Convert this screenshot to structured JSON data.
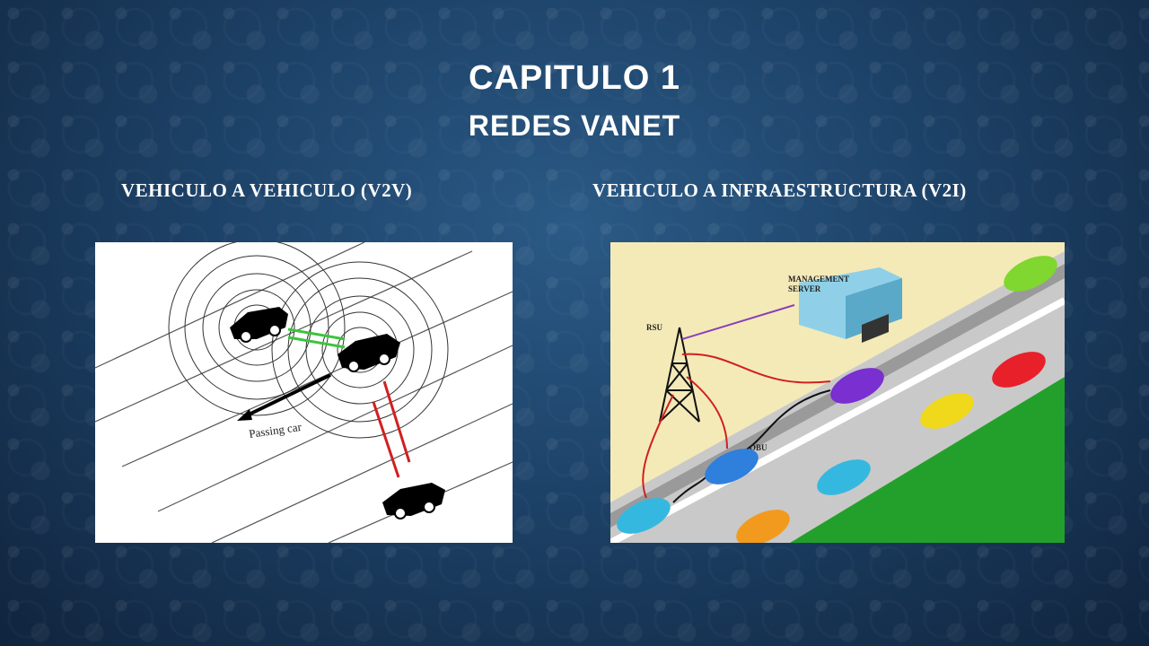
{
  "slide": {
    "title": "CAPITULO 1",
    "subtitle": "REDES VANET",
    "colors": {
      "background": "#1d4268",
      "text": "#ffffff"
    }
  },
  "left": {
    "heading": "VEHICULO A VEHICULO (V2V)",
    "diagram": {
      "label_passing": "Passing car"
    }
  },
  "right": {
    "heading": "VEHICULO A INFRAESTRUCTURA (V2I)",
    "diagram": {
      "label_server": "MANAGEMENT",
      "label_server2": "SERVER",
      "label_rsu": "RSU",
      "label_obu": "OBU"
    }
  }
}
